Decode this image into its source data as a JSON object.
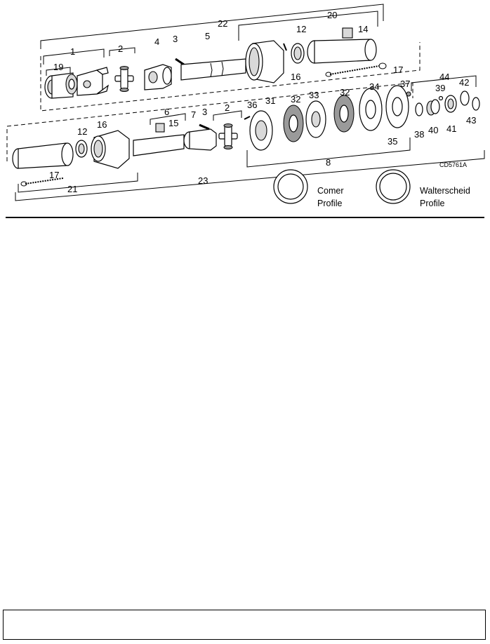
{
  "diagram": {
    "callouts": [
      "1",
      "2",
      "3",
      "4",
      "5",
      "12",
      "14",
      "16",
      "17",
      "19",
      "20",
      "22",
      "2",
      "3",
      "6",
      "7",
      "8",
      "12",
      "15",
      "16",
      "17",
      "21",
      "23",
      "31",
      "32",
      "32",
      "33",
      "34",
      "35",
      "36",
      "37",
      "38",
      "39",
      "40",
      "41",
      "42",
      "43",
      "44"
    ],
    "figure_code": "CD5761A",
    "profiles": [
      {
        "name": "Comer",
        "suffix": "Profile"
      },
      {
        "name": "Walterscheid",
        "suffix": "Profile"
      }
    ]
  },
  "footer": {
    "text": ""
  }
}
